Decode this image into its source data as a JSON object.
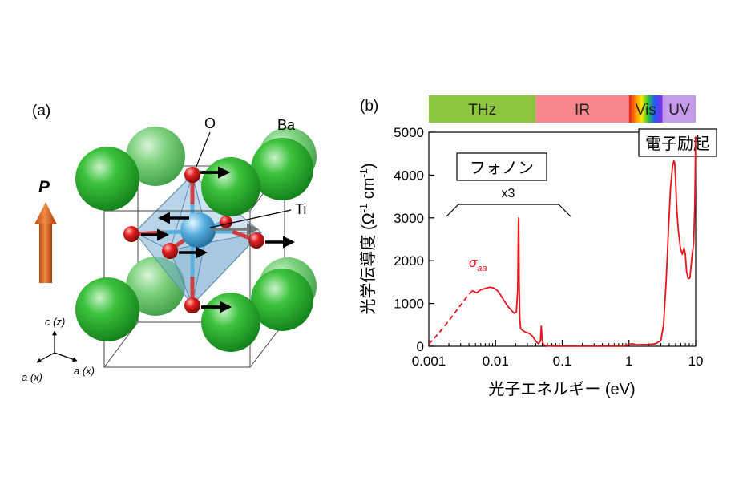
{
  "panel_a": {
    "label": "(a)",
    "atom_labels": {
      "o": "O",
      "ba": "Ba",
      "ti": "Ti"
    },
    "polarization_label": "P",
    "axes_labels": {
      "c": "c (z)",
      "a1": "a (x)",
      "a2": "a (x)"
    },
    "colors": {
      "ba": "#3cc23c",
      "o": "#d81f1f",
      "ti": "#58b0e0",
      "arrow_p": "#e06a28",
      "octahedron": "#8bb7d8"
    }
  },
  "panel_b": {
    "label": "(b)",
    "regions": [
      {
        "name": "THz",
        "from": 0.001,
        "to": 0.04,
        "color": "#8cc63f"
      },
      {
        "name": "IR",
        "from": 0.04,
        "to": 1.0,
        "color": "#f7898e"
      },
      {
        "name": "Vis",
        "from": 1.0,
        "to": 3.2,
        "color": "spectrum"
      },
      {
        "name": "UV",
        "from": 3.2,
        "to": 10.0,
        "color": "#c39be8"
      }
    ],
    "annotations": {
      "phonon": "フォノン",
      "scale": "x3",
      "electronic": "電子励起",
      "series_label": "σ",
      "series_subscript": "aa"
    },
    "line_color": "#e8141b"
  },
  "chart_data": {
    "type": "line",
    "xscale": "log",
    "xlim": [
      0.001,
      10
    ],
    "ylim": [
      0,
      5000
    ],
    "xlabel": "光子エネルギー (eV)",
    "ylabel": "光学伝導度 (Ω-1 cm-1)",
    "xticks": [
      {
        "value": 0.001,
        "label": "0.001"
      },
      {
        "value": 0.01,
        "label": "0.01"
      },
      {
        "value": 0.1,
        "label": "0.1"
      },
      {
        "value": 1,
        "label": "1"
      },
      {
        "value": 10,
        "label": "10"
      }
    ],
    "yticks": [
      0,
      1000,
      2000,
      3000,
      4000,
      5000
    ],
    "dashed_segment": {
      "x": [
        0.001,
        0.0014,
        0.002,
        0.0028,
        0.0037,
        0.0045
      ],
      "y": [
        50,
        300,
        600,
        900,
        1150,
        1300
      ]
    },
    "series": [
      {
        "name": "σaa",
        "x": [
          0.0045,
          0.0052,
          0.006,
          0.007,
          0.0082,
          0.0095,
          0.011,
          0.013,
          0.015,
          0.017,
          0.019,
          0.0205,
          0.0215,
          0.022,
          0.0223,
          0.0226,
          0.023,
          0.0237,
          0.025,
          0.028,
          0.032,
          0.036,
          0.04,
          0.044,
          0.047,
          0.0485,
          0.05,
          0.052,
          0.055,
          0.06,
          0.07,
          0.08,
          0.1,
          0.15,
          0.2,
          0.3,
          0.5,
          0.8,
          1.0,
          1.1,
          1.3,
          1.6,
          2.0,
          2.5,
          3.0,
          3.3,
          3.6,
          3.9,
          4.2,
          4.5,
          4.7,
          4.85,
          5.0,
          5.2,
          5.5,
          5.9,
          6.3,
          6.7,
          7.0,
          7.3,
          7.7,
          8.2,
          8.8,
          9.3,
          9.7,
          10.0
        ],
        "y": [
          1300,
          1250,
          1320,
          1350,
          1380,
          1360,
          1280,
          1100,
          950,
          850,
          770,
          800,
          1300,
          2900,
          3000,
          1500,
          700,
          420,
          380,
          330,
          300,
          230,
          120,
          60,
          120,
          470,
          150,
          40,
          20,
          10,
          5,
          3,
          2,
          1,
          1,
          1,
          1,
          2,
          40,
          60,
          35,
          40,
          40,
          60,
          130,
          500,
          1500,
          2700,
          3700,
          4200,
          4330,
          4300,
          3900,
          3200,
          2700,
          2300,
          2150,
          2300,
          2150,
          1750,
          1580,
          1600,
          2100,
          2400,
          3300,
          4900
        ]
      }
    ]
  }
}
